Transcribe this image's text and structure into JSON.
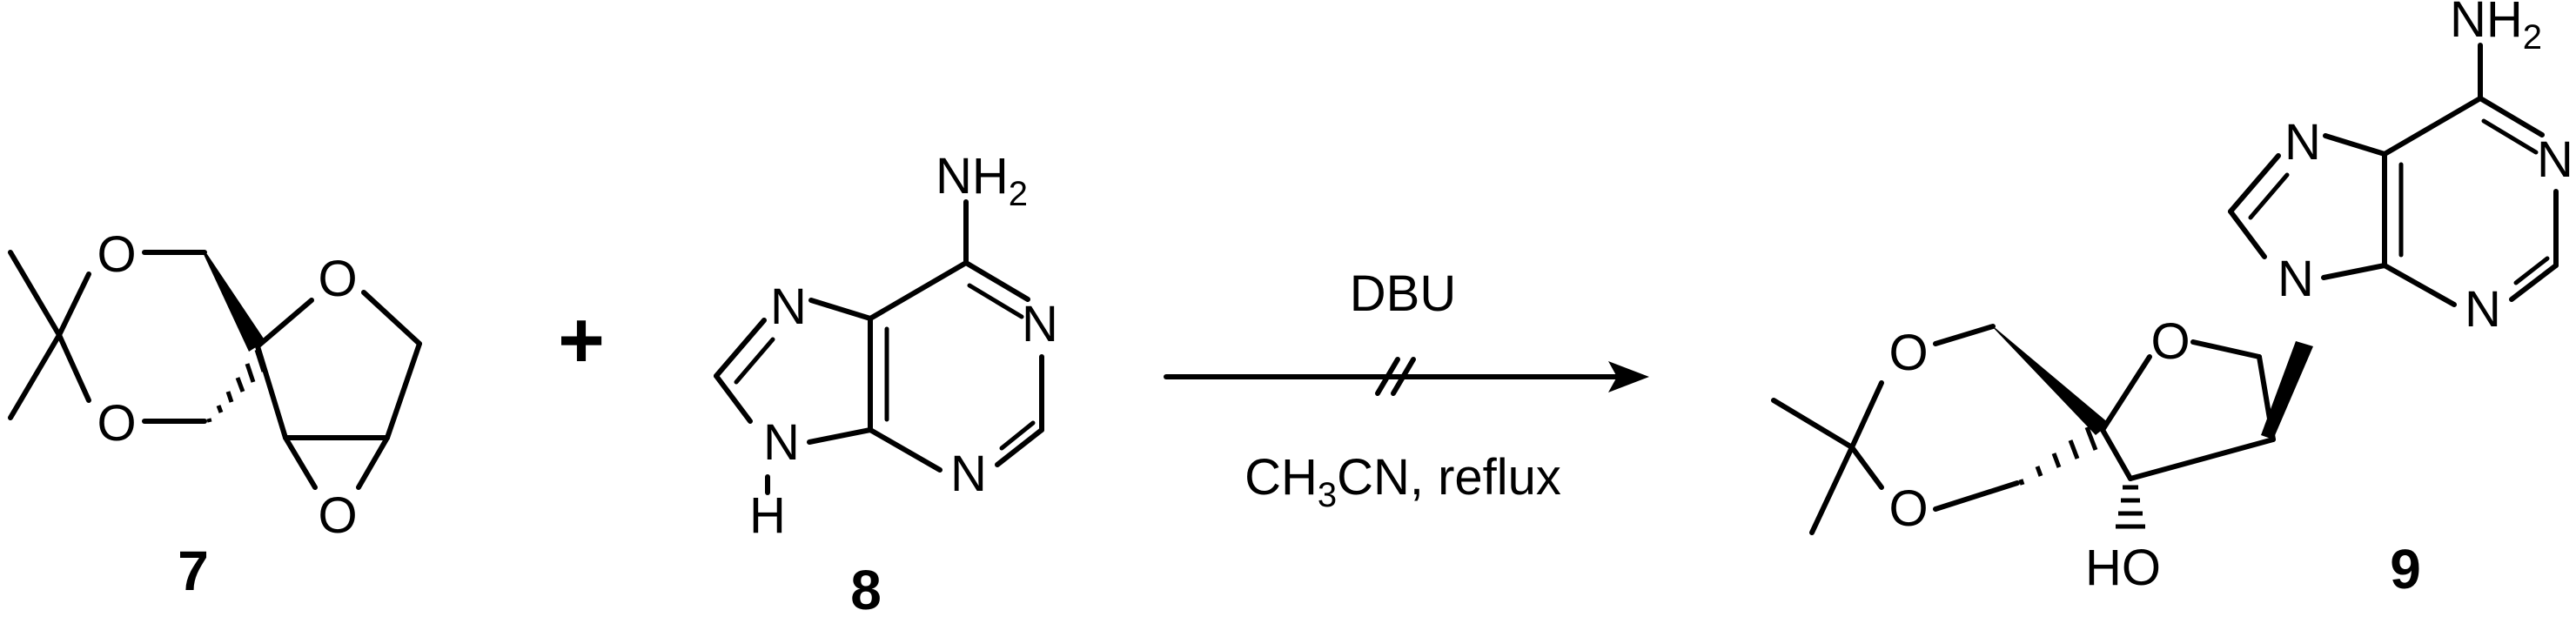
{
  "compounds": [
    {
      "label": "7"
    },
    {
      "label": "8"
    },
    {
      "label": "9"
    }
  ],
  "atoms": {
    "O": "O",
    "N": "N",
    "H": "H",
    "NH": "NH",
    "sub2": "2",
    "HO": "HO"
  },
  "plus": "+",
  "arrow": {
    "reagent_top": "DBU",
    "solvent_main": "CH",
    "solvent_sub": "3",
    "solvent_rest": "CN, reflux",
    "status": "no reaction (crossed arrow)"
  }
}
